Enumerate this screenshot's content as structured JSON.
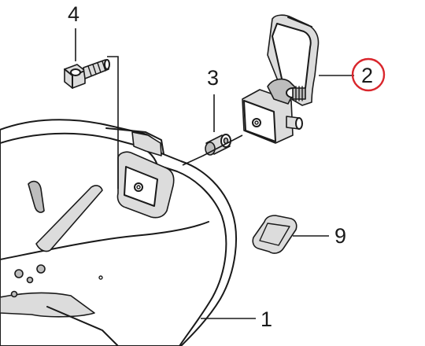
{
  "callouts": [
    {
      "id": "callout-1",
      "label": "1",
      "highlighted": false
    },
    {
      "id": "callout-2",
      "label": "2",
      "highlighted": true
    },
    {
      "id": "callout-3",
      "label": "3",
      "highlighted": false
    },
    {
      "id": "callout-4",
      "label": "4",
      "highlighted": false
    },
    {
      "id": "callout-9",
      "label": "9",
      "highlighted": false
    }
  ],
  "colors": {
    "line": "#1a1a1a",
    "highlight_circle": "#d9262c",
    "shading": "#bdbdbd",
    "background": "#ffffff"
  }
}
